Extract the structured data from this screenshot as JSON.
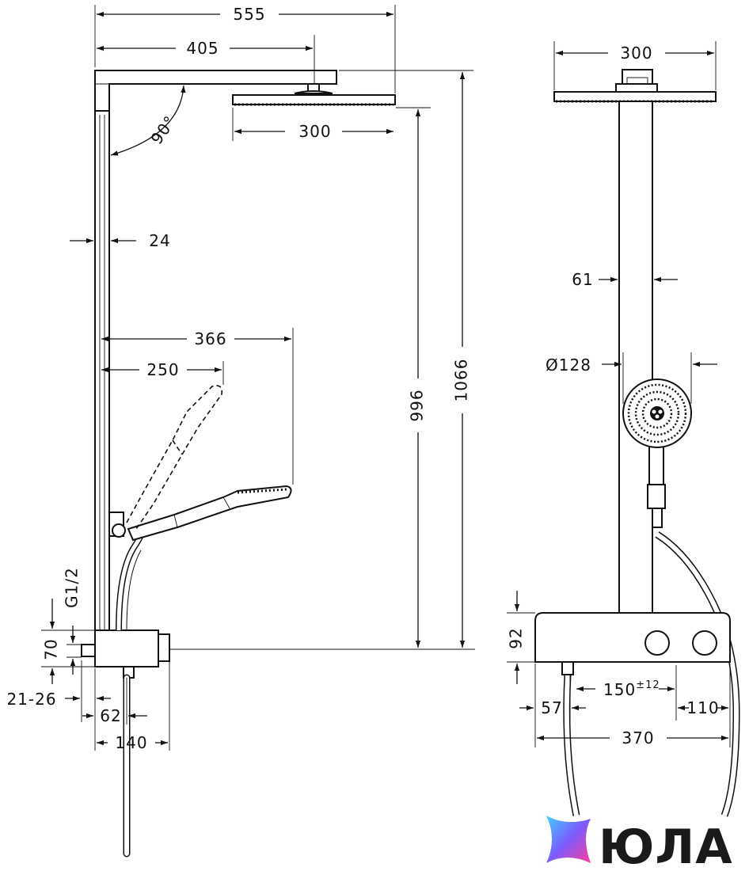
{
  "side_view": {
    "overall_width": "555",
    "arm_length": "405",
    "head_width": "300",
    "angle": "90°",
    "rail_width": "24",
    "hand_reach": "366",
    "hand_reach_short": "250",
    "height_head": "996",
    "height_total": "1066",
    "thread": "G1/2",
    "body_height": "70",
    "wall_offset": "21-26",
    "inlet_offset": "62",
    "body_depth": "140"
  },
  "front_view": {
    "head_width": "300",
    "pipe_width": "61",
    "hand_diameter": "Ø128",
    "body_height": "92",
    "inlet_spacing": "150",
    "inlet_tolerance": "±12",
    "left_offset": "57",
    "right_offset": "110",
    "body_width": "370"
  },
  "brand": {
    "name": "ЮЛА",
    "logo_colors": [
      "#3fd0ff",
      "#7b5cff",
      "#ff3d9a"
    ]
  }
}
